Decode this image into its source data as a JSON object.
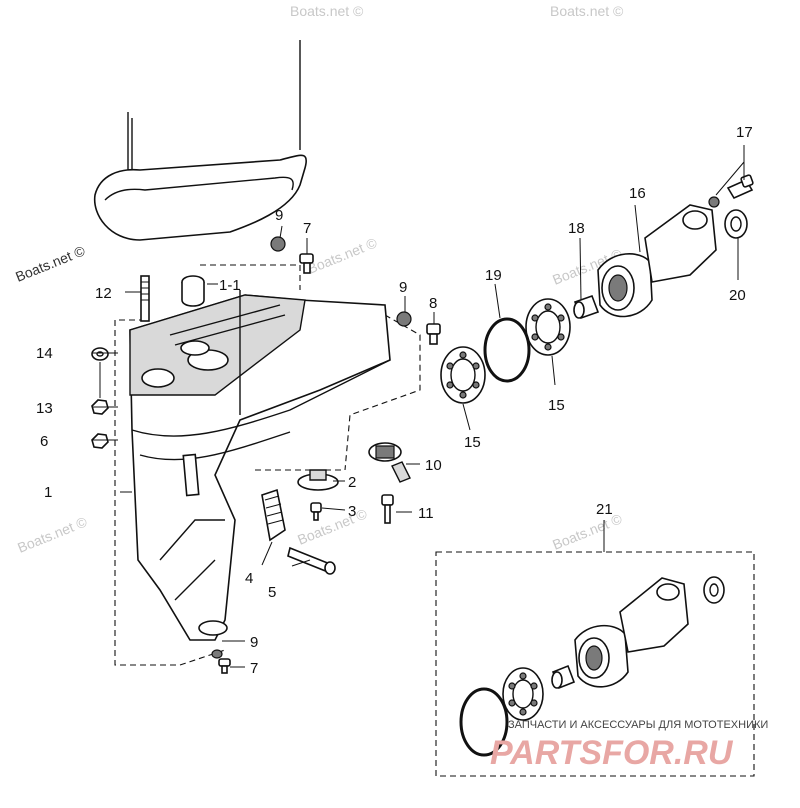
{
  "watermark": "Boats.net ©",
  "callouts": {
    "c1": "1",
    "c1_1": "1-1",
    "c2": "2",
    "c3": "3",
    "c4": "4",
    "c5": "5",
    "c6": "6",
    "c7a": "7",
    "c7b": "7",
    "c8": "8",
    "c9a": "9",
    "c9b": "9",
    "c9c": "9",
    "c10": "10",
    "c11": "11",
    "c12": "12",
    "c13": "13",
    "c14": "14",
    "c15a": "15",
    "c15b": "15",
    "c16": "16",
    "c17": "17",
    "c18": "18",
    "c19": "19",
    "c20": "20",
    "c21": "21"
  },
  "banner": {
    "tagline": "ЗАПЧАСТИ И АКСЕССУАРЫ ДЛЯ МОТОТЕХНИКИ",
    "logo": "PARTSFOR.RU"
  },
  "colors": {
    "line": "#111111",
    "watermark": "#c8c8c8",
    "logo": "#e8a7a4"
  }
}
